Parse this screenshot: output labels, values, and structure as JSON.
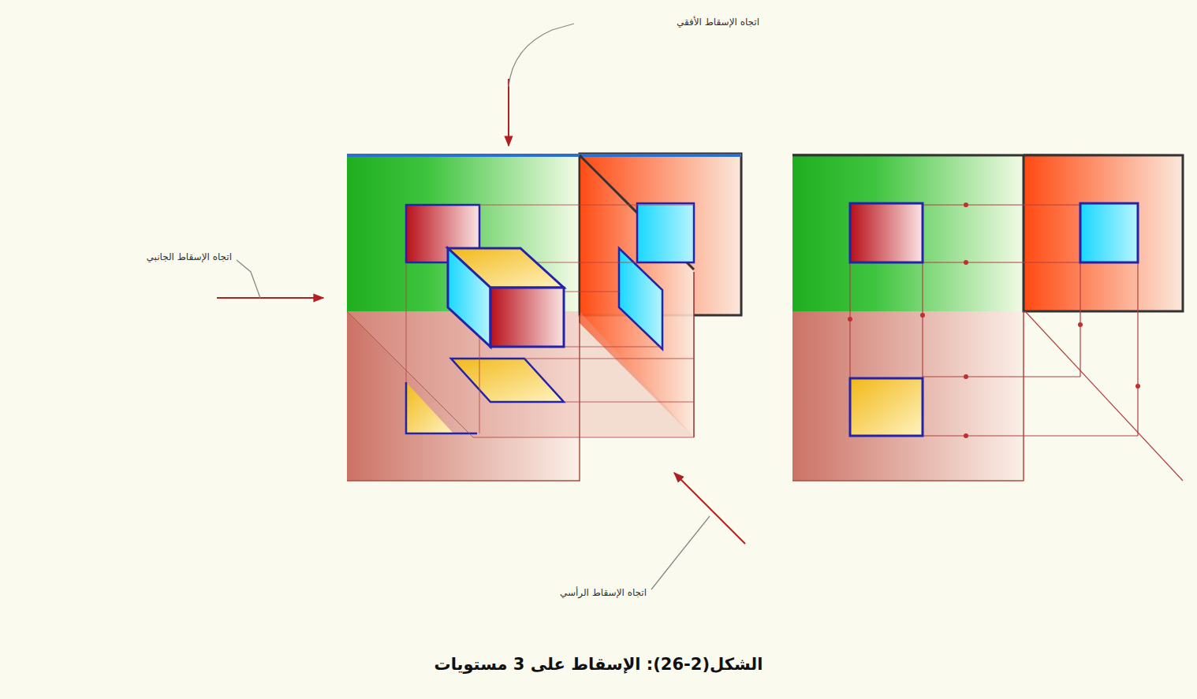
{
  "diagram": {
    "caption": "الشكل(2-26): الإسقاط على 3 مستويات",
    "labels": [
      "اتجاه الإسقاط الأفقي",
      "اتجاه الإسقاط الجانبي",
      "اتجاه الإسقاط الرأسي"
    ]
  }
}
